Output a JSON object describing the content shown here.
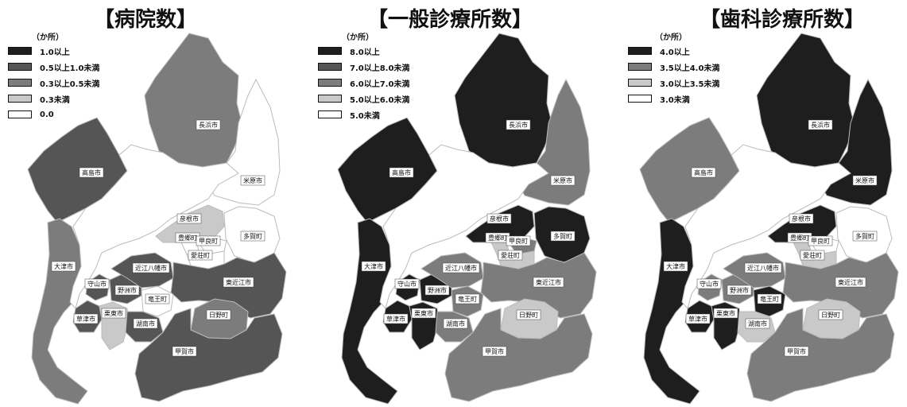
{
  "colors": {
    "c_black": "#1e1e1e",
    "c_dark": "#555555",
    "c_mid": "#7c7c7c",
    "c_light": "#c9c9c9",
    "c_white": "#ffffff",
    "lake": "#ffffff"
  },
  "panels": [
    {
      "title": "【病院数】",
      "unit": "（か所）",
      "legend": [
        {
          "label": "1.0以上",
          "color": "#1e1e1e"
        },
        {
          "label": "0.5以上1.0未満",
          "color": "#555555"
        },
        {
          "label": "0.3以上0.5未満",
          "color": "#7c7c7c"
        },
        {
          "label": "0.3未満",
          "color": "#c9c9c9"
        },
        {
          "label": "0.0",
          "color": "#ffffff"
        }
      ],
      "regions": {
        "nagahama": "#7c7c7c",
        "maibara": "#ffffff",
        "takashima": "#555555",
        "hikone": "#c9c9c9",
        "taga": "#ffffff",
        "toyosato": "#ffffff",
        "kora": "#ffffff",
        "aisho": "#ffffff",
        "otsu": "#7c7c7c",
        "omihachiman": "#555555",
        "higashiomi": "#555555",
        "moriyama": "#555555",
        "yasu": "#555555",
        "ryuo": "#ffffff",
        "kusatsu": "#555555",
        "ritto": "#c9c9c9",
        "konan": "#555555",
        "hino": "#7c7c7c",
        "koka": "#555555"
      }
    },
    {
      "title": "【一般診療所数】",
      "unit": "（か所）",
      "legend": [
        {
          "label": "8.0以上",
          "color": "#1e1e1e"
        },
        {
          "label": "7.0以上8.0未満",
          "color": "#555555"
        },
        {
          "label": "6.0以上7.0未満",
          "color": "#7c7c7c"
        },
        {
          "label": "5.0以上6.0未満",
          "color": "#c9c9c9"
        },
        {
          "label": "5.0未満",
          "color": "#ffffff"
        }
      ],
      "regions": {
        "nagahama": "#1e1e1e",
        "maibara": "#7c7c7c",
        "takashima": "#1e1e1e",
        "hikone": "#1e1e1e",
        "taga": "#1e1e1e",
        "toyosato": "#c9c9c9",
        "kora": "#7c7c7c",
        "aisho": "#c9c9c9",
        "otsu": "#1e1e1e",
        "omihachiman": "#7c7c7c",
        "higashiomi": "#7c7c7c",
        "moriyama": "#1e1e1e",
        "yasu": "#1e1e1e",
        "ryuo": "#7c7c7c",
        "kusatsu": "#1e1e1e",
        "ritto": "#1e1e1e",
        "konan": "#7c7c7c",
        "hino": "#c9c9c9",
        "koka": "#7c7c7c"
      }
    },
    {
      "title": "【歯科診療所数】",
      "unit": "（か所）",
      "legend": [
        {
          "label": "4.0以上",
          "color": "#1e1e1e"
        },
        {
          "label": "3.5以上4.0未満",
          "color": "#7c7c7c"
        },
        {
          "label": "3.0以上3.5未満",
          "color": "#c9c9c9"
        },
        {
          "label": "3.0未満",
          "color": "#ffffff"
        }
      ],
      "regions": {
        "nagahama": "#1e1e1e",
        "maibara": "#1e1e1e",
        "takashima": "#7c7c7c",
        "hikone": "#1e1e1e",
        "taga": "#ffffff",
        "toyosato": "#c9c9c9",
        "kora": "#ffffff",
        "aisho": "#c9c9c9",
        "otsu": "#1e1e1e",
        "omihachiman": "#7c7c7c",
        "higashiomi": "#7c7c7c",
        "moriyama": "#7c7c7c",
        "yasu": "#7c7c7c",
        "ryuo": "#1e1e1e",
        "kusatsu": "#1e1e1e",
        "ritto": "#1e1e1e",
        "konan": "#c9c9c9",
        "hino": "#c9c9c9",
        "koka": "#7c7c7c"
      }
    }
  ],
  "region_names": {
    "nagahama": "長浜市",
    "maibara": "米原市",
    "takashima": "高島市",
    "hikone": "彦根市",
    "taga": "多賀町",
    "toyosato": "豊郷町",
    "kora": "甲良町",
    "aisho": "愛荘町",
    "otsu": "大津市",
    "omihachiman": "近江八幡市",
    "higashiomi": "東近江市",
    "moriyama": "守山市",
    "yasu": "野洲市",
    "ryuo": "竜王町",
    "kusatsu": "草津市",
    "ritto": "栗東市",
    "konan": "湖南市",
    "hino": "日野町",
    "koka": "甲賀市"
  }
}
